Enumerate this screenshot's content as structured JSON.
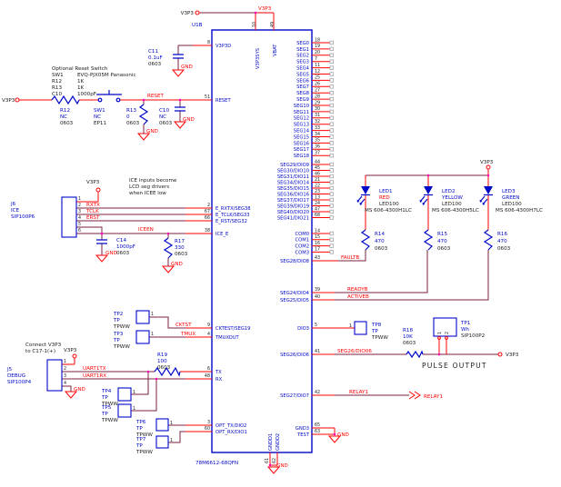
{
  "ports": {
    "v3p3": "V3P3"
  },
  "nets": {
    "v3p3": "V3P3",
    "reset": "RESET",
    "rxtx": "RXTX",
    "tclk": "TCLK",
    "erst": "ERST",
    "iceen": "ICEEN",
    "cktst": "CKTST",
    "tmux": "TMUX",
    "uart1tx": "UART1TX",
    "uart1rx": "UART1RX",
    "faultb": "FAULTB",
    "readyb": "READYB",
    "activeb": "ACTIVEB",
    "seg26dio06": "SEG26/DIO06",
    "relay1": "RELAY1",
    "relay1_offpage": "RELAY1",
    "gnd": "GND",
    "pulse_output": "PULSE OUTPUT"
  },
  "notes": {
    "reset": {
      "title": "Optional Reset Switch",
      "rows": [
        {
          "ref": "SW1",
          "val": "EVQ-PJX05M Panasonic"
        },
        {
          "ref": "R12",
          "val": "1K"
        },
        {
          "ref": "R13",
          "val": "1K"
        },
        {
          "ref": "C10",
          "val": "1000pF"
        }
      ]
    },
    "ice": [
      "ICE inputs become",
      "LCD seg drivers",
      "when ICEE low"
    ],
    "debug": [
      "Connect V3P3",
      "to C17-1(+)"
    ]
  },
  "ic": {
    "refdes": "U1B",
    "part": "78M6612-68QFN",
    "top_pins": [
      {
        "num": "10",
        "name": "V3P3SYS"
      },
      {
        "num": "49",
        "name": "VBAT"
      }
    ],
    "left_pins": [
      {
        "num": "8",
        "name": "V3P3D"
      },
      {
        "num": "51",
        "name": "RESET"
      },
      {
        "num": "2",
        "name": "E_RXTX/SEG38"
      },
      {
        "num": "67",
        "name": "E_TCLK/SEG33"
      },
      {
        "num": "66",
        "name": "E_RST/SEG32"
      },
      {
        "num": "38",
        "name": "ICE_E"
      },
      {
        "num": "9",
        "name": "CKTEST/SEG19"
      },
      {
        "num": "4",
        "name": "TMUXOUT"
      },
      {
        "num": "6",
        "name": "TX"
      },
      {
        "num": "48",
        "name": "RX"
      },
      {
        "num": "3",
        "name": "OPT_TX/DIO2"
      },
      {
        "num": "60",
        "name": "OPT_RX/DIO1"
      }
    ],
    "bottom_pins": [
      {
        "num": "61",
        "name": "GNDD1"
      },
      {
        "num": "62",
        "name": "GNDD2"
      }
    ],
    "seg_pins": [
      {
        "num": "18",
        "name": "SEG0"
      },
      {
        "num": "19",
        "name": "SEG1"
      },
      {
        "num": "20",
        "name": "SEG2"
      },
      {
        "num": "7",
        "name": "SEG3"
      },
      {
        "num": "11",
        "name": "SEG4"
      },
      {
        "num": "12",
        "name": "SEG5"
      },
      {
        "num": "25",
        "name": "SEG6"
      },
      {
        "num": "26",
        "name": "SEG7"
      },
      {
        "num": "27",
        "name": "SEG8"
      },
      {
        "num": "28",
        "name": "SEG9"
      },
      {
        "num": "29",
        "name": "SEG10"
      },
      {
        "num": "30",
        "name": "SEG11"
      },
      {
        "num": "31",
        "name": "SEG12"
      },
      {
        "num": "32",
        "name": "SEG13"
      },
      {
        "num": "33",
        "name": "SEG14"
      },
      {
        "num": "34",
        "name": "SEG15"
      },
      {
        "num": "35",
        "name": "SEG16"
      },
      {
        "num": "36",
        "name": "SEG17"
      },
      {
        "num": "37",
        "name": "SEG18"
      }
    ],
    "dio_pins": [
      {
        "num": "44",
        "name": "SEG29/DIO9"
      },
      {
        "num": "45",
        "name": "SEG30/DIO10"
      },
      {
        "num": "46",
        "name": "SEG31/DIO11"
      },
      {
        "num": "21",
        "name": "SEG34/DIO14"
      },
      {
        "num": "22",
        "name": "SEG35/DIO15"
      },
      {
        "num": "23",
        "name": "SEG36/DIO16"
      },
      {
        "num": "13",
        "name": "SEG37/DIO17"
      },
      {
        "num": "24",
        "name": "SEG39/DIO19"
      },
      {
        "num": "47",
        "name": "SEG40/DIO20"
      },
      {
        "num": "68",
        "name": "SEG41/DIO21"
      }
    ],
    "com_pins": [
      {
        "num": "14",
        "name": "COM0"
      },
      {
        "num": "15",
        "name": "COM1"
      },
      {
        "num": "16",
        "name": "COM2"
      },
      {
        "num": "17",
        "name": "COM3"
      }
    ],
    "right_pins": [
      {
        "num": "43",
        "name": "SEG28/DIO8"
      },
      {
        "num": "39",
        "name": "SEG24/DIO4"
      },
      {
        "num": "40",
        "name": "SEG25/DIO5"
      },
      {
        "num": "5",
        "name": "DIO3"
      },
      {
        "num": "41",
        "name": "SEG26/DIO6"
      },
      {
        "num": "42",
        "name": "SEG27/DIO7"
      },
      {
        "num": "65",
        "name": "GND3"
      },
      {
        "num": "63",
        "name": "TEST"
      }
    ]
  },
  "components": {
    "c11": {
      "ref": "C11",
      "val": "0.1uF",
      "fp": "0603"
    },
    "r12": {
      "ref": "R12",
      "val": "NC",
      "fp": "0603"
    },
    "sw1": {
      "ref": "SW1",
      "val": "NC",
      "fp": "EP11"
    },
    "r13": {
      "ref": "R13",
      "val": "0",
      "fp": "0603"
    },
    "c10": {
      "ref": "C10",
      "val": "NC",
      "fp": "0603"
    },
    "j6": {
      "ref": "J6",
      "name": "ICE",
      "fp": "SIP100P6",
      "pins": [
        "1",
        "2",
        "3",
        "4",
        "5",
        "6"
      ]
    },
    "c14": {
      "ref": "C14",
      "val": "1000pF",
      "fp": "0603"
    },
    "r17": {
      "ref": "R17",
      "val": "330",
      "fp": "0603"
    },
    "j5": {
      "ref": "J5",
      "name": "DEBUG",
      "fp": "SIP100P4",
      "pins": [
        "1",
        "2",
        "3",
        "4"
      ]
    },
    "r19": {
      "ref": "R19",
      "val": "100",
      "fp": "0603"
    },
    "r18": {
      "ref": "R18",
      "val": "10K",
      "fp": "0603"
    },
    "r14": {
      "ref": "R14",
      "val": "470",
      "fp": "0603"
    },
    "r15": {
      "ref": "R15",
      "val": "470",
      "fp": "0603"
    },
    "r16": {
      "ref": "R16",
      "val": "470",
      "fp": "0603"
    },
    "led1": {
      "ref": "LED1",
      "color": "RED",
      "val": "LED100",
      "part": "MS 606-4300H1LC"
    },
    "led2": {
      "ref": "LED2",
      "color": "YELLOW",
      "val": "LED100",
      "part": "MS 606-4300H5LC"
    },
    "led3": {
      "ref": "LED3",
      "color": "GREEN",
      "val": "LED100",
      "part": "MS 606-4300H7LC"
    },
    "tp1": {
      "ref": "TP1",
      "val": "Wh",
      "fp": "SIP100P2",
      "pins": [
        "1",
        "2"
      ]
    },
    "tp2": {
      "ref": "TP2",
      "val": "TP",
      "fp": "TPWW"
    },
    "tp3": {
      "ref": "TP3",
      "val": "TP",
      "fp": "TPWW"
    },
    "tp4": {
      "ref": "TP4",
      "val": "TP",
      "fp": "TPWW"
    },
    "tp5": {
      "ref": "TP5",
      "val": "TP",
      "fp": "TPWW"
    },
    "tp6": {
      "ref": "TP6",
      "val": "TP",
      "fp": "TPWW"
    },
    "tp7": {
      "ref": "TP7",
      "val": "TP",
      "fp": "TPWW"
    },
    "tp8": {
      "ref": "TP8",
      "val": "TP",
      "fp": "TPWW"
    },
    "tp_pin": "1"
  },
  "colors": {
    "component_blue": "#0008c8",
    "net_red": "#ff0000",
    "wire_maroon": "#7a213d",
    "junction_pink": "#ff00b4"
  }
}
